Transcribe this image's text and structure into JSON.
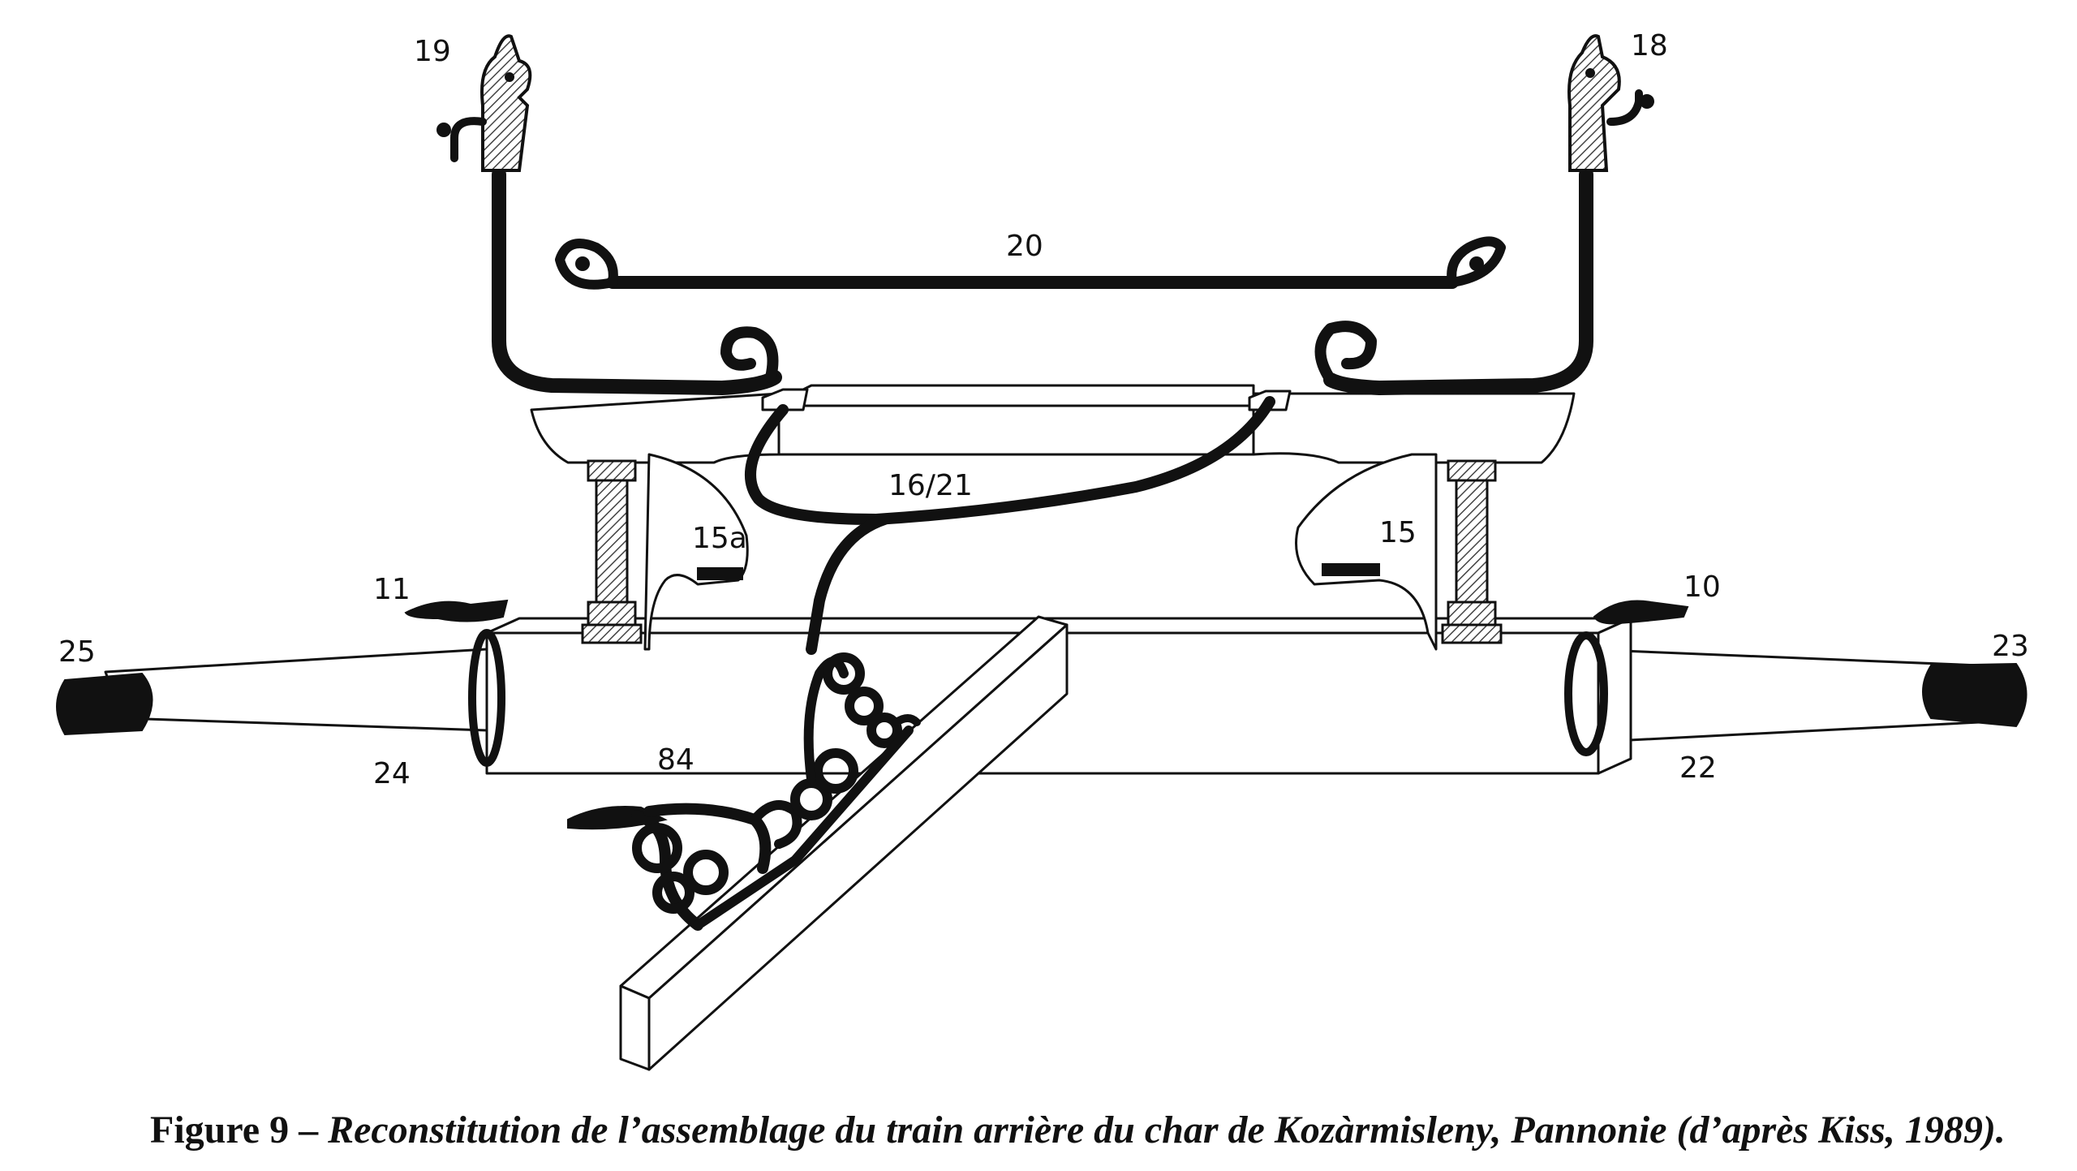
{
  "labels": {
    "n19": "19",
    "n18": "18",
    "n20": "20",
    "n16_21": "16/21",
    "n15a": "15a",
    "n15": "15",
    "n11": "11",
    "n10": "10",
    "n25": "25",
    "n23": "23",
    "n24": "24",
    "n22": "22",
    "n84": "84"
  },
  "caption": {
    "prefix": "Figure 9 – ",
    "text": "Reconstitution de l’assemblage du train arrière du char de Kozàrmisleny, Pannonie (d’après Kiss, 1989)."
  },
  "colors": {
    "ink": "#111111",
    "paper": "#ffffff",
    "hatch": "#555555"
  }
}
